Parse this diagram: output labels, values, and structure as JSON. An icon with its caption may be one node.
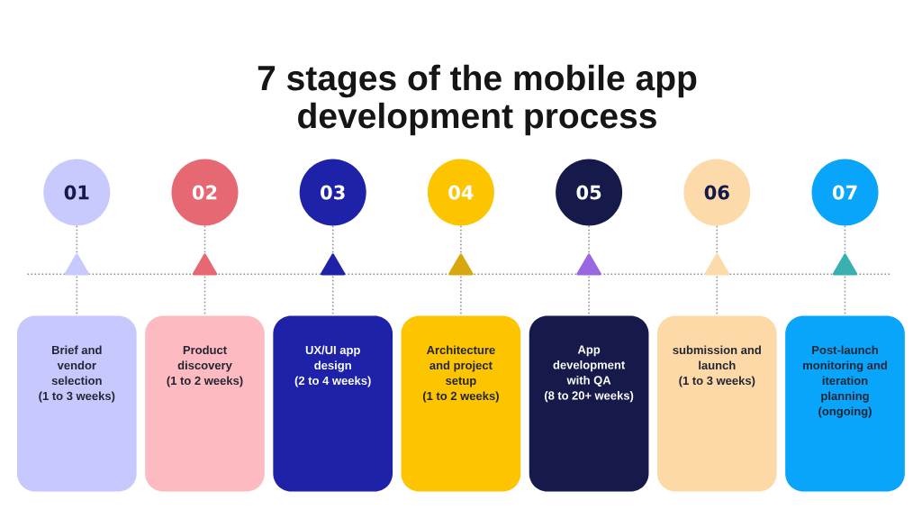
{
  "diagram": {
    "title": "7 stages of the mobile app development process",
    "nodes": [
      {
        "text": [
          "01"
        ]
      },
      {
        "text": [
          "02"
        ]
      },
      {
        "text": [
          "03"
        ]
      },
      {
        "text": [
          "04"
        ]
      },
      {
        "text": [
          "05"
        ]
      },
      {
        "text": [
          "06"
        ]
      },
      {
        "text": [
          "07"
        ]
      },
      {
        "text": [
          "Brief and vendor selection",
          "(1 to 3 weeks)"
        ]
      },
      {
        "text": [
          "Product discovery",
          "(1 to 2 weeks)"
        ]
      },
      {
        "text": [
          "UX/UI app design",
          "(2 to 4 weeks)"
        ]
      },
      {
        "text": [
          "Architecture and project setup",
          "(1 to 2 weeks)"
        ]
      },
      {
        "text": [
          "App development with QA",
          "(8 to 20+ weeks)"
        ]
      },
      {
        "text": [
          "submission and launch",
          "(1 to 3 weeks)"
        ]
      },
      {
        "text": [
          "Post-launch monitoring and iteration planning",
          "(ongoing)"
        ]
      }
    ],
    "edges": [
      {
        "from": 0,
        "to": 7,
        "arrow": "none"
      },
      {
        "from": 1,
        "to": 8,
        "arrow": "none"
      },
      {
        "from": 2,
        "to": 9,
        "arrow": "none"
      },
      {
        "from": 3,
        "to": 10,
        "arrow": "none"
      },
      {
        "from": 4,
        "to": 11,
        "arrow": "none"
      },
      {
        "from": 5,
        "to": 12,
        "arrow": "none"
      },
      {
        "from": 6,
        "to": 13,
        "arrow": "none"
      }
    ]
  }
}
